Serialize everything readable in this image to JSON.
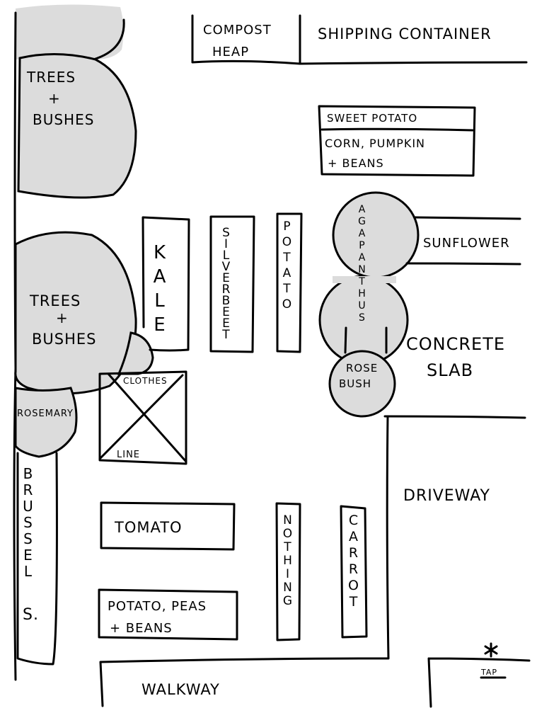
{
  "map": {
    "title": "Garden layout sketch",
    "fill_color": "#dcdcdc",
    "ink_color": "#000000",
    "areas": {
      "trees_top": {
        "line1": "TREES",
        "line2": "+",
        "line3": "BUSHES"
      },
      "trees_mid": {
        "line1": "TREES",
        "line2": "+",
        "line3": "BUSHES"
      },
      "compost": {
        "line1": "COMPOST",
        "line2": "HEAP"
      },
      "shipping": {
        "label": "SHIPPING CONTAINER"
      },
      "sweet_potato": {
        "label": "SWEET POTATO"
      },
      "corn": {
        "line1": "CORN, PUMPKIN",
        "line2": "+ BEANS"
      },
      "kale": {
        "label": "KALE"
      },
      "silverbeet": {
        "label": "SILVERBEET"
      },
      "potato": {
        "label": "POTATO"
      },
      "agapanthus": {
        "label": "AGAPANTHUS"
      },
      "sunflower": {
        "label": "SUNFLOWER"
      },
      "concrete": {
        "line1": "CONCRETE",
        "line2": "SLAB"
      },
      "rose": {
        "line1": "ROSE",
        "line2": "BUSH"
      },
      "clothes_line": {
        "top": "CLOTHES",
        "bottom": "LINE"
      },
      "rosemary": {
        "label": "ROSEMARY"
      },
      "brussels": {
        "label": "BRUSSEL",
        "suffix": "S."
      },
      "driveway": {
        "label": "DRIVEWAY"
      },
      "tomato": {
        "label": "TOMATO"
      },
      "nothing": {
        "label": "NOTHING"
      },
      "carrot": {
        "label": "CARROT"
      },
      "potato_peas": {
        "line1": "POTATO, PEAS",
        "line2": "+ BEANS"
      },
      "walkway": {
        "label": "WALKWAY"
      },
      "tap": {
        "label": "TAP",
        "icon": "asterisk"
      }
    }
  }
}
